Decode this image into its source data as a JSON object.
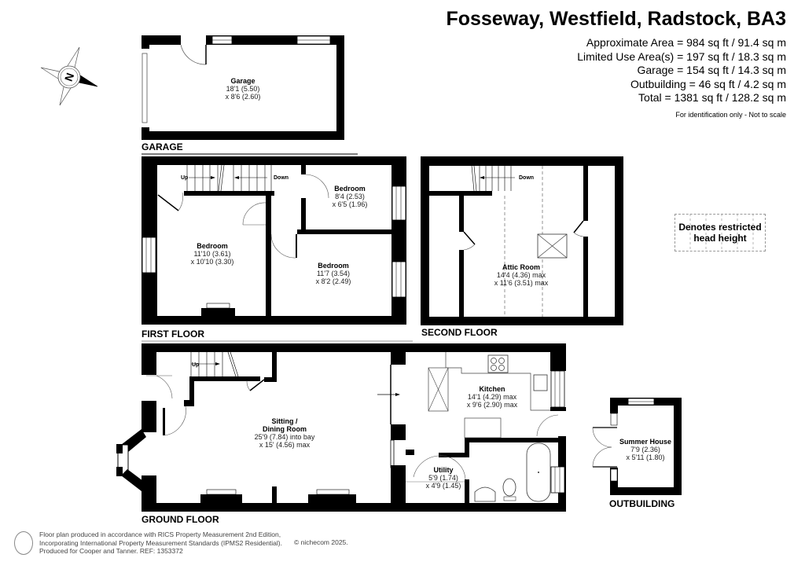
{
  "header": {
    "title": "Fosseway, Westfield, Radstock, BA3",
    "areas": [
      "Approximate Area = 984 sq ft / 91.4 sq m",
      "Limited Use Area(s) = 197 sq ft / 18.3 sq m",
      "Garage = 154 sq ft / 14.3 sq m",
      "Outbuilding = 46 sq ft / 4.2 sq m",
      "Total = 1381 sq ft / 128.2 sq m"
    ],
    "disclaimer": "For identification only - Not to scale"
  },
  "compass": {
    "icon": "compass-north-icon",
    "letter": "N"
  },
  "legend": {
    "line1": "Denotes restricted",
    "line2": "head height"
  },
  "floors": {
    "garage": {
      "label": "GARAGE",
      "rooms": [
        {
          "name": "Garage",
          "dim1": "18'1 (5.50)",
          "dim2": "x 8'6 (2.60)"
        }
      ]
    },
    "first": {
      "label": "FIRST FLOOR",
      "stairs": {
        "up": "Up",
        "down": "Down"
      },
      "rooms": [
        {
          "name": "Bedroom",
          "dim1": "11'10 (3.61)",
          "dim2": "x 10'10 (3.30)"
        },
        {
          "name": "Bedroom",
          "dim1": "8'4 (2.53)",
          "dim2": "x 6'5 (1.96)"
        },
        {
          "name": "Bedroom",
          "dim1": "11'7 (3.54)",
          "dim2": "x 8'2 (2.49)"
        }
      ]
    },
    "second": {
      "label": "SECOND FLOOR",
      "stairs": {
        "down": "Down"
      },
      "rooms": [
        {
          "name": "Attic Room",
          "dim1": "14'4 (4.36) max",
          "dim2": "x 11'6 (3.51) max"
        }
      ]
    },
    "ground": {
      "label": "GROUND FLOOR",
      "stairs": {
        "up": "Up"
      },
      "rooms": [
        {
          "name": "Sitting /",
          "name2": "Dining Room",
          "dim1": "25'9 (7.84) into bay",
          "dim2": "x 15' (4.56) max"
        },
        {
          "name": "Kitchen",
          "dim1": "14'1 (4.29) max",
          "dim2": "x 9'6 (2.90) max"
        },
        {
          "name": "Utility",
          "dim1": "5'9 (1.74)",
          "dim2": "x 4'9 (1.45)"
        }
      ]
    },
    "outbuilding": {
      "label": "OUTBUILDING",
      "rooms": [
        {
          "name": "Summer House",
          "dim1": "7'9 (2.36)",
          "dim2": "x 5'11 (1.80)"
        }
      ]
    }
  },
  "footer": {
    "lines": [
      "Floor plan produced in accordance with RICS Property Measurement 2nd Edition,",
      "Incorporating International Property Measurement Standards (IPMS2 Residential).",
      "Produced for Cooper and Tanner.   REF: 1353372"
    ],
    "copyright": "© nichecom 2025."
  }
}
